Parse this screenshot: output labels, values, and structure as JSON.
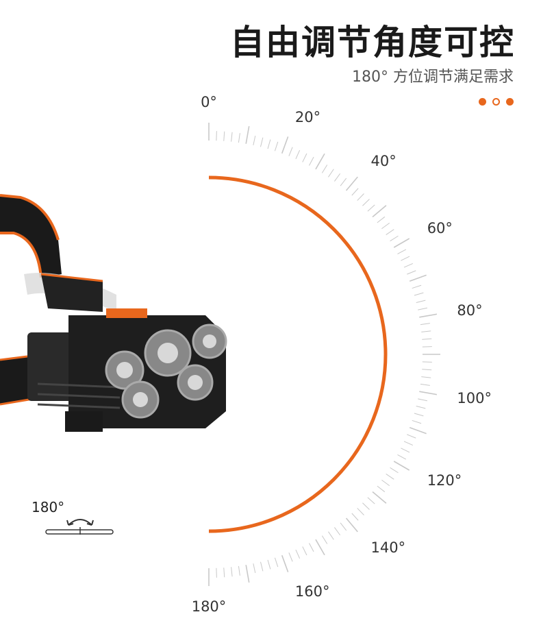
{
  "header": {
    "title": "自由调节角度可控",
    "subtitle": "180° 方位调节满足需求"
  },
  "dial": {
    "labels": [
      "0°",
      "20°",
      "40°",
      "60°",
      "80°",
      "100°",
      "120°",
      "140°",
      "160°",
      "180°"
    ],
    "label_angles": [
      0,
      20,
      40,
      60,
      80,
      100,
      120,
      140,
      160,
      180
    ]
  },
  "hinge_icon": {
    "label": "180°"
  },
  "colors": {
    "accent": "#e8671d",
    "text": "#1a1a1a"
  }
}
